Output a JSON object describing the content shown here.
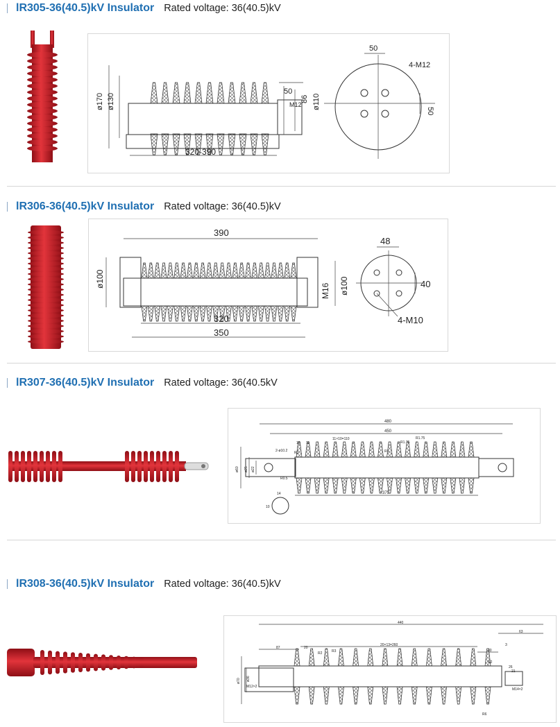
{
  "products": [
    {
      "model": "lR305-36(40.5)kV  Insulator",
      "rated": "Rated voltage: 36(40.5)kV",
      "dims": {
        "top": "50",
        "bolts": "4-M12",
        "side": "50",
        "d170": "ø170",
        "d130": "ø130",
        "w50": "50",
        "h86": "86",
        "d110": "ø110",
        "m12": "M12",
        "len": "320-390"
      }
    },
    {
      "model": "lR306-36(40.5)kV  Insulator",
      "rated": "Rated voltage: 36(40.5)kV",
      "dims": {
        "len390": "390",
        "d100": "ø100",
        "len320": "320",
        "len350": "350",
        "m16": "M16",
        "d100b": "ø100",
        "w48": "48",
        "h40": "40",
        "bolts": "4-M10"
      }
    },
    {
      "model": "lR307-36(40.5)kV  Insulator",
      "rated": "Rated voltage: 36(40.5kV",
      "dims": {
        "len480": "480",
        "len450": "450",
        "pitch": "11×10=110",
        "w15": "15",
        "w11": "11",
        "r175a": "R1.75",
        "r175b": "R1.75",
        "r1": "R1",
        "hole": "2-ø10.2",
        "r1b": "R1",
        "r05": "R0.5",
        "d60": "ø60",
        "d25": "ø25",
        "d22": "ø22",
        "len375": "375",
        "w14": "14",
        "h10": "10"
      }
    },
    {
      "model": "lR308-36(40.5)kV  Insulator",
      "rated": "Rated voltage: 36(40.5)kV",
      "dims": {
        "len440": "440",
        "w63": "63",
        "w87": "87",
        "w20": "20",
        "pitch": "20×13=260",
        "r2": "R2",
        "r3": "R3",
        "w3": "3",
        "w30": "30",
        "r2b": "R2",
        "w26": "26",
        "w21": "21",
        "d70": "ø70",
        "d36": "ø36",
        "m12": "M12×2",
        "m14": "M14×2",
        "r6": "R6"
      }
    }
  ],
  "colors": {
    "accent": "#1f6fb2",
    "insulator": "#c8202a"
  }
}
